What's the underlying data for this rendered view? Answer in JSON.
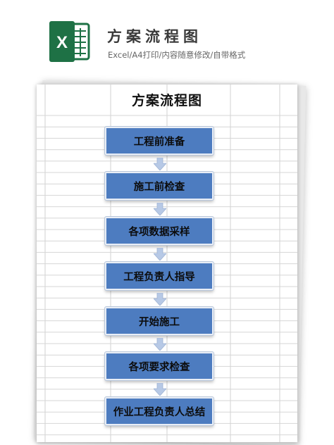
{
  "header": {
    "title": "方案流程图",
    "subtitle": "Excel/A4打印/内容随意修改/自带格式",
    "logo_letter": "X"
  },
  "sheet": {
    "title": "方案流程图",
    "steps": [
      "工程前准备",
      "施工前检查",
      "各项数据采样",
      "工程负责人指导",
      "开始施工",
      "各项要求检查",
      "作业工程负责人总结"
    ]
  },
  "colors": {
    "excel_green": "#1e7145",
    "step_fill": "#4d7cc0",
    "arrow_fill": "#b7c9e6"
  }
}
